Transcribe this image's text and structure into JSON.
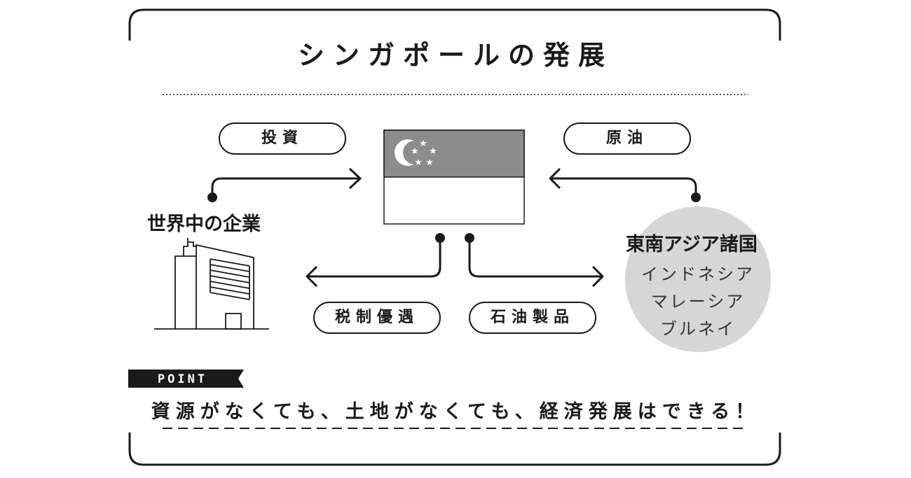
{
  "title": "シンガポールの発展",
  "flows": {
    "investment": "投資",
    "crude_oil": "原油",
    "tax_incentives": "税制優遇",
    "petroleum_products": "石油製品"
  },
  "left_party": {
    "label": "世界中の企業"
  },
  "right_party": {
    "label": "東南アジア諸国",
    "countries": [
      "インドネシア",
      "マレーシア",
      "ブルネイ"
    ]
  },
  "point": {
    "tag": "POINT",
    "message": "資源がなくても、土地がなくても、経済発展はできる！"
  },
  "colors": {
    "ink": "#1a1a1a",
    "flag_top": "#8c8c8c",
    "circle_fill": "#d6d6d6",
    "background": "#ffffff"
  }
}
